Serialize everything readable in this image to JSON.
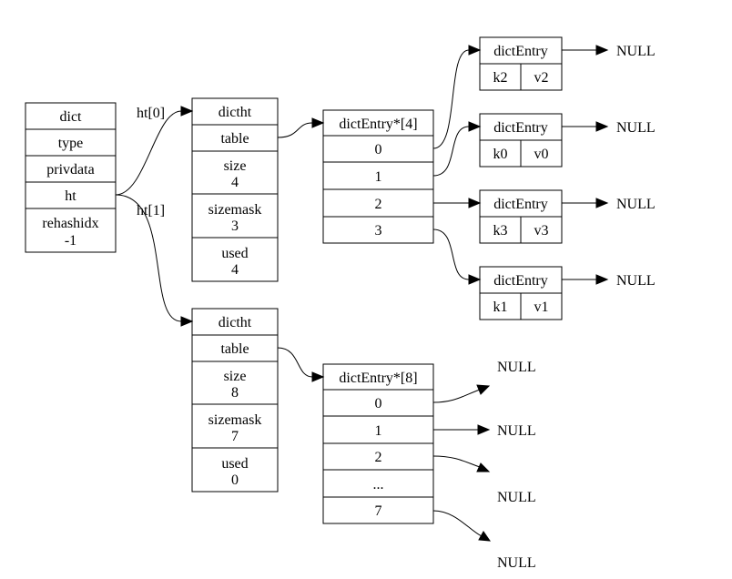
{
  "dict": {
    "rows": [
      "dict",
      "type",
      "privdata",
      "ht"
    ],
    "rehashidx_label": "rehashidx",
    "rehashidx_value": "-1"
  },
  "edge_labels": {
    "ht0": "ht[0]",
    "ht1": "ht[1]"
  },
  "ht0": {
    "title": "dictht",
    "table": "table",
    "size_label": "size",
    "size_value": "4",
    "sizemask_label": "sizemask",
    "sizemask_value": "3",
    "used_label": "used",
    "used_value": "4"
  },
  "ht1": {
    "title": "dictht",
    "table": "table",
    "size_label": "size",
    "size_value": "8",
    "sizemask_label": "sizemask",
    "sizemask_value": "7",
    "used_label": "used",
    "used_value": "0"
  },
  "table0": {
    "title": "dictEntry*[4]",
    "slots": [
      "0",
      "1",
      "2",
      "3"
    ]
  },
  "table1": {
    "title": "dictEntry*[8]",
    "slots": [
      "0",
      "1",
      "2",
      "...",
      "7"
    ]
  },
  "entries": [
    {
      "title": "dictEntry",
      "key": "k2",
      "value": "v2"
    },
    {
      "title": "dictEntry",
      "key": "k0",
      "value": "v0"
    },
    {
      "title": "dictEntry",
      "key": "k3",
      "value": "v3"
    },
    {
      "title": "dictEntry",
      "key": "k1",
      "value": "v1"
    }
  ],
  "null_label": "NULL"
}
